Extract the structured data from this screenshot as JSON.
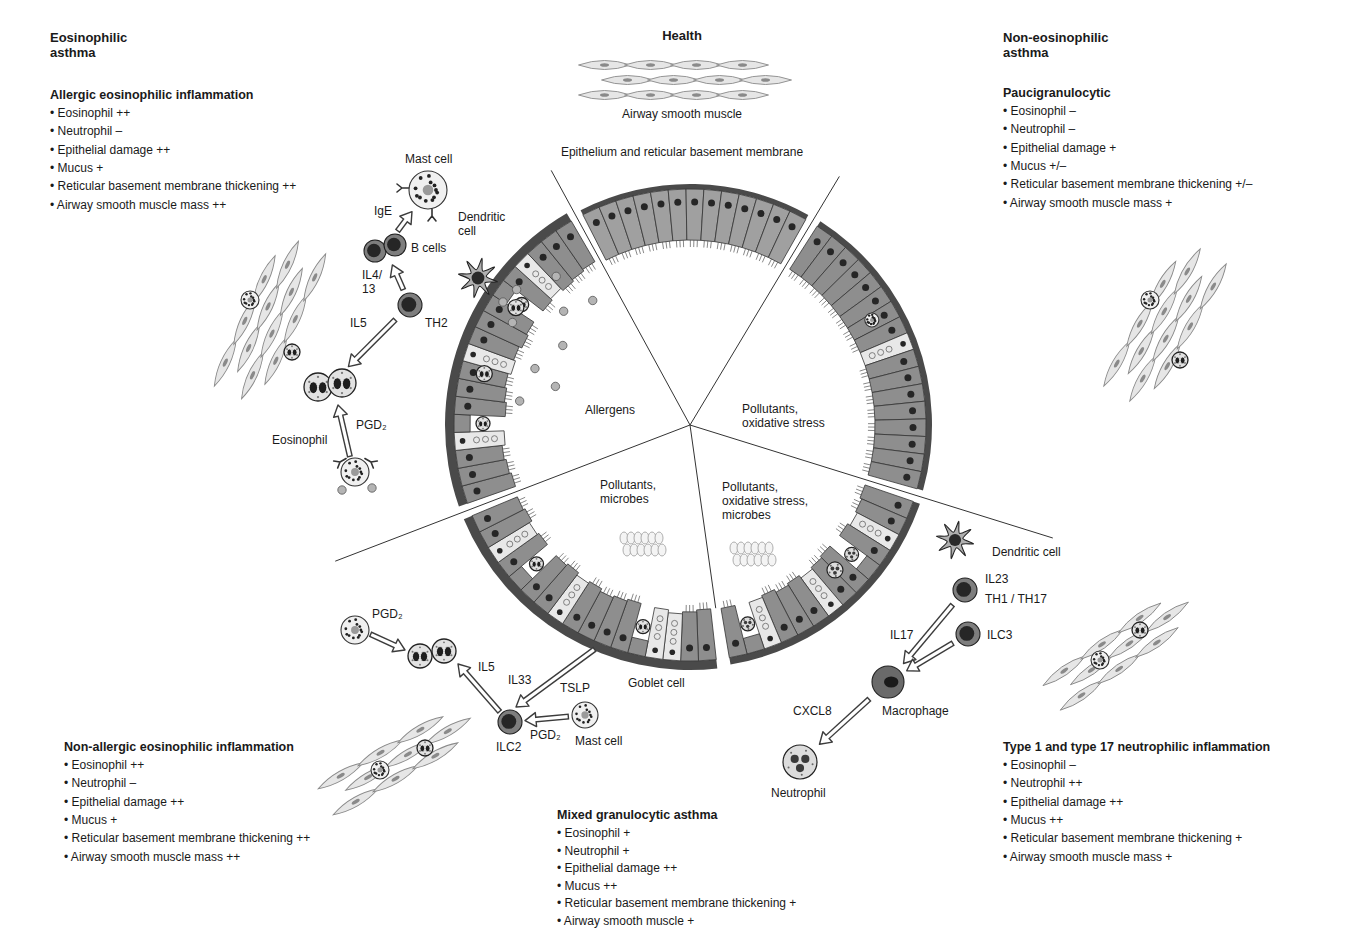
{
  "diagram": {
    "nodes": [
      {
        "text": [
          "Mast cell"
        ]
      },
      {
        "text": [
          "B cells"
        ]
      },
      {
        "text": [
          "Dendritic cell"
        ]
      },
      {
        "text": [
          "TH2"
        ]
      },
      {
        "text": [
          "Eosinophil"
        ]
      },
      {
        "text": [
          "ILC2"
        ]
      },
      {
        "text": [
          "Mast cell"
        ]
      },
      {
        "text": [
          "Dendritic cell"
        ]
      },
      {
        "text": [
          "TH1 / TH17"
        ]
      },
      {
        "text": [
          "ILC3"
        ]
      },
      {
        "text": [
          "Macrophage"
        ]
      },
      {
        "text": [
          "Neutrophil"
        ]
      }
    ],
    "edges": [
      {
        "from": 1,
        "to": 0,
        "arrow": "to"
      },
      {
        "from": 3,
        "to": 1,
        "label": "IL4/ 13",
        "arrow": "to"
      },
      {
        "from": 3,
        "to": 4,
        "label": "IL5",
        "arrow": "to"
      },
      {
        "from": 6,
        "to": 5,
        "label": "PGD₂",
        "arrow": "to"
      },
      {
        "from": 8,
        "to": 10,
        "label": "IL17",
        "arrow": "to"
      },
      {
        "from": 9,
        "to": 10,
        "arrow": "to"
      },
      {
        "from": 10,
        "to": 11,
        "label": "CXCL8",
        "arrow": "to"
      }
    ],
    "labels": [
      "Eosinophilic asthma",
      "Allergic eosinophilic inflammation",
      "• Eosinophil ++",
      "• Neutrophil –",
      "• Epithelial damage ++",
      "• Mucus +",
      "• Reticular basement membrane thickening ++",
      "• Airway smooth muscle mass ++",
      "Health",
      "Airway smooth muscle",
      "Epithelium and reticular basement membrane",
      "Non-eosinophilic asthma",
      "Paucigranulocytic",
      "• Eosinophil –",
      "• Neutrophil –",
      "• Epithelial damage +",
      "• Mucus +/–",
      "• Reticular basement membrane thickening +/–",
      "• Airway smooth muscle mass +",
      "IgE",
      "PGD₂",
      "Allergens",
      "Pollutants, oxidative stress",
      "Pollutants, microbes",
      "PGD₂",
      "IL5",
      "IL33",
      "TSLP",
      "Goblet cell",
      "Pollutants, oxidative stress, microbes",
      "IL23",
      "Non-allergic eosinophilic inflammation",
      "• Eosinophil ++",
      "• Neutrophil –",
      "• Epithelial damage ++",
      "• Mucus +",
      "• Reticular basement membrane thickening ++",
      "• Airway smooth muscle mass ++",
      "Mixed granulocytic asthma",
      "• Eosinophil +",
      "• Neutrophil +",
      "• Epithelial damage ++",
      "• Mucus ++",
      "• Reticular basement membrane thickening +",
      "• Airway smooth muscle +",
      "Type 1 and type 17 neutrophilic inflammation",
      "• Eosinophil –",
      "• Neutrophil ++",
      "• Epithelial damage ++",
      "• Mucus ++",
      "• Reticular basement membrane thickening +",
      "• Airway smooth muscle mass +"
    ]
  }
}
